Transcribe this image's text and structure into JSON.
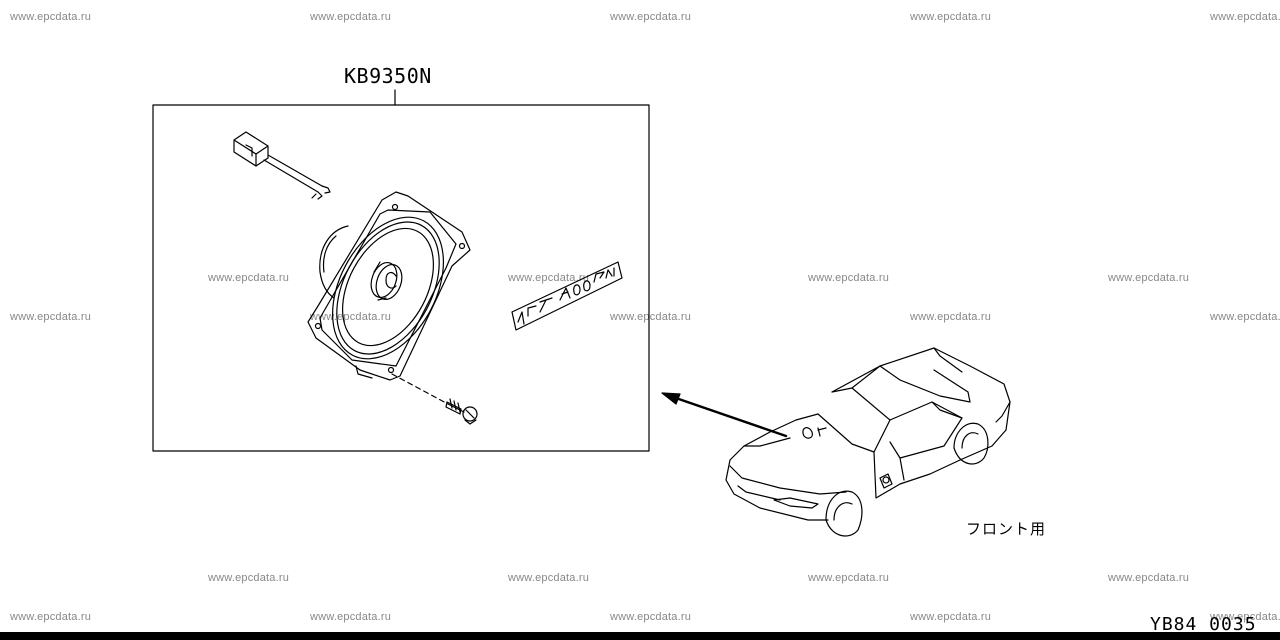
{
  "diagram": {
    "part_number": "KB9350N",
    "caption": "フロント用",
    "diagram_code": "YB84 0035",
    "label_on_part": "NFT A08(3.1)"
  },
  "watermark": {
    "text": "www.epcdata.ru",
    "color": "#888888"
  },
  "icons": {
    "speaker": "speaker-icon",
    "connector": "wire-connector-icon",
    "screw": "screw-icon",
    "label": "label-sticker-icon",
    "car": "car-icon",
    "arrow": "arrow-icon"
  }
}
